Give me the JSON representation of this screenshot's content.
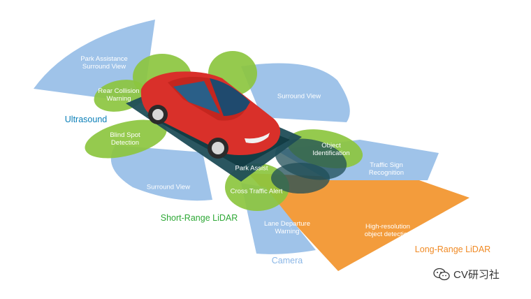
{
  "colors": {
    "camera": "#9fc3e9",
    "ultrasound": "#8cc63f",
    "long_range_lidar": "#f39c3c",
    "short_range_lidar": "#2ea836",
    "short_range_lidar_overlay": "#1f4d57",
    "car_body": "#d9302a",
    "legend_ultrasound": "#0a7fb8",
    "legend_short_range": "#2ea836",
    "legend_long_range": "#f08a24",
    "legend_camera": "#8ab6e6"
  },
  "zones": {
    "park_assistance": "Park Assistance\nSurround View",
    "rear_collision": "Rear Collision\nWarning",
    "surround_view_top": "Surround View",
    "blind_spot": "Blind Spot\nDetection",
    "object_identification": "Object\nIdentification",
    "park_assist": "Park Assist",
    "traffic_sign": "Traffic Sign\nRecognition",
    "surround_view_bottom": "Surround View",
    "cross_traffic": "Cross Traffic Alert",
    "lane_departure": "Lane Departure\nWarning",
    "high_resolution": "High-resolution\nobject detection"
  },
  "legend": {
    "ultrasound": "Ultrasound",
    "short_range_lidar": "Short-Range LiDAR",
    "camera": "Camera",
    "long_range_lidar": "Long-Range LiDAR"
  },
  "watermark": {
    "text": "CV研习社",
    "icon": "wechat-icon"
  }
}
